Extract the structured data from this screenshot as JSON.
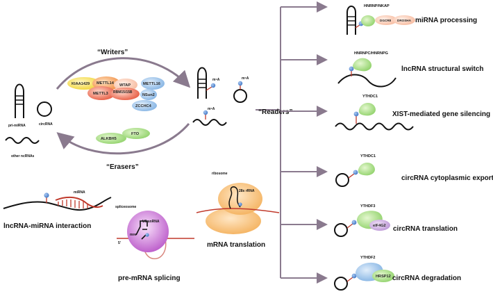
{
  "left": {
    "writers_title": "“Writers”",
    "erasers_title": "“Erasers”",
    "readers_title": "“Readers”",
    "pri_mirna": "pri-miRNA",
    "circrna": "circRNA",
    "other_ncrnas": "other ncRNAs",
    "m6a": "m⁶A",
    "writers": [
      "KIAA1429",
      "METTL14",
      "WTAP",
      "METTL3",
      "RBM15/15B",
      "METTL16",
      "NSun2",
      "ZCCHC4"
    ],
    "erasers": [
      "ALKBH5",
      "FTO"
    ]
  },
  "bottom": {
    "mirna": "miRNA",
    "lncrna_mirna": "lncRNA-miRNA interaction",
    "spliceosome": "spliceosome",
    "u6_snrna": "U6 snRNA",
    "mre": "mre",
    "five_prime": "5'",
    "pre_mrna": "pre-mRNA splicing",
    "ribosome": "ribosome",
    "rrna28s": "28s rRNA",
    "mrna_translation": "mRNA translation"
  },
  "readers": [
    {
      "protein": "HNRNP/NKAP",
      "extra": [
        "DGCR8",
        "DROSHA"
      ],
      "label": "miRNA processing"
    },
    {
      "protein": "HNRNPC/HNRNPG",
      "extra": [],
      "label": "lncRNA  structural switch"
    },
    {
      "protein": "YTHDC1",
      "extra": [],
      "label": "XIST-mediated gene silencing"
    },
    {
      "protein": "YTHDC1",
      "extra": [],
      "label": "circRNA cytoplasmic export"
    },
    {
      "protein": "YTHDF3",
      "extra": [
        "eIF4G2"
      ],
      "label": "circRNA translation"
    },
    {
      "protein": "YTHDF2",
      "extra": [
        "HRSP12"
      ],
      "label": "circRNA degradation"
    }
  ],
  "colors": {
    "arrow": "#8a7a8e",
    "m6a_dot": "#5b8fd4",
    "rna_red": "#c0392b",
    "reader_green": "#8fd16a",
    "ribosome": "#f6c27a",
    "spliceosome": "#c46ad0"
  }
}
